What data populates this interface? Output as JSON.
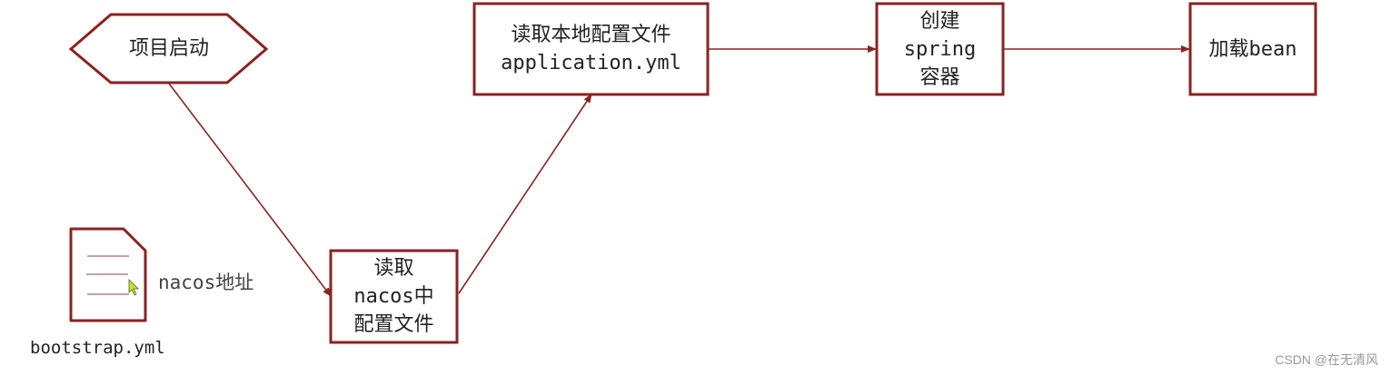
{
  "nodes": {
    "start": "项目启动",
    "read_nacos": "读取\nnacos中\n配置文件",
    "read_local": "读取本地配置文件\napplication.yml",
    "create_spring": "创建\nspring\n容器",
    "load_bean": "加载bean"
  },
  "document": {
    "annotation": "nacos地址",
    "filename": "bootstrap.yml"
  },
  "watermark": "CSDN @在无清风",
  "colors": {
    "stroke": "#8b2222",
    "text": "#222222"
  }
}
